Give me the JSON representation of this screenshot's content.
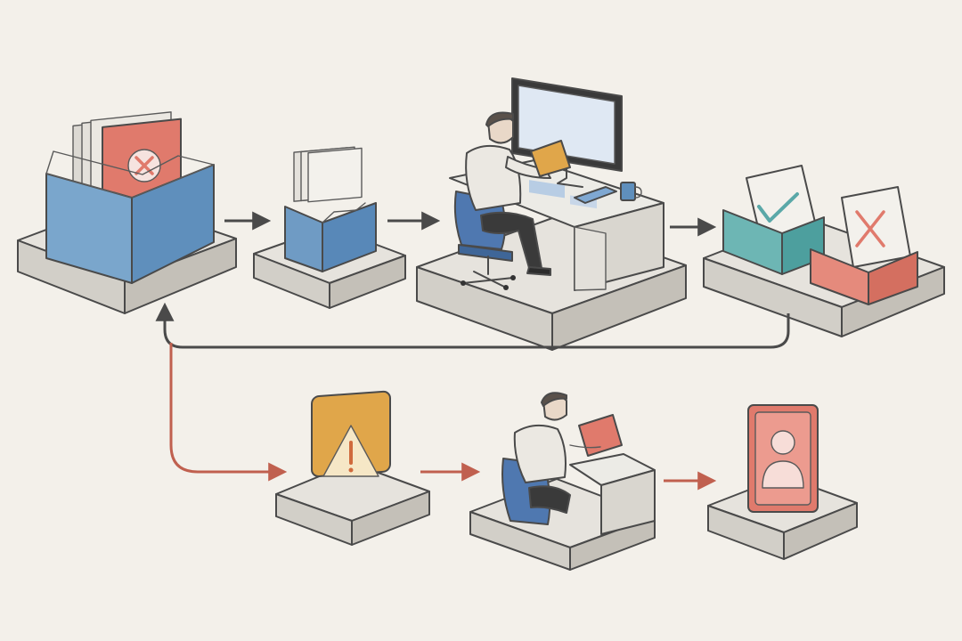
{
  "diagram": {
    "nodes": [
      {
        "id": "rejected-bin",
        "icon": "x-mark-icon"
      },
      {
        "id": "sorted-folder",
        "icon": "folder-icon"
      },
      {
        "id": "reviewer-workstation",
        "icon": "person-at-computer-icon"
      },
      {
        "id": "decision-trays",
        "icon": "checkmark-and-x-icon"
      },
      {
        "id": "warning-flag",
        "icon": "warning-icon"
      },
      {
        "id": "escalation-reviewer",
        "icon": "person-with-tablet-icon"
      },
      {
        "id": "user-profile",
        "icon": "user-profile-icon"
      }
    ],
    "edges": [
      {
        "from": "rejected-bin",
        "to": "sorted-folder",
        "color": "#4a4a4a"
      },
      {
        "from": "sorted-folder",
        "to": "reviewer-workstation",
        "color": "#4a4a4a"
      },
      {
        "from": "reviewer-workstation",
        "to": "decision-trays",
        "color": "#4a4a4a"
      },
      {
        "from": "decision-trays",
        "to": "rejected-bin",
        "color": "#4a4a4a"
      },
      {
        "from": "rejected-bin",
        "to": "warning-flag",
        "color": "#c0604f"
      },
      {
        "from": "warning-flag",
        "to": "escalation-reviewer",
        "color": "#c0604f"
      },
      {
        "from": "escalation-reviewer",
        "to": "user-profile",
        "color": "#c0604f"
      }
    ],
    "colors": {
      "background": "#f3f0ea",
      "bin_blue": "#6f9bc4",
      "reject_red": "#e07a6c",
      "accept_teal": "#5aa8a8",
      "warning_amber": "#e0a64a",
      "chair_blue": "#4f78b0",
      "arrow_dark": "#4a4a4a",
      "arrow_red": "#c0604f"
    }
  }
}
